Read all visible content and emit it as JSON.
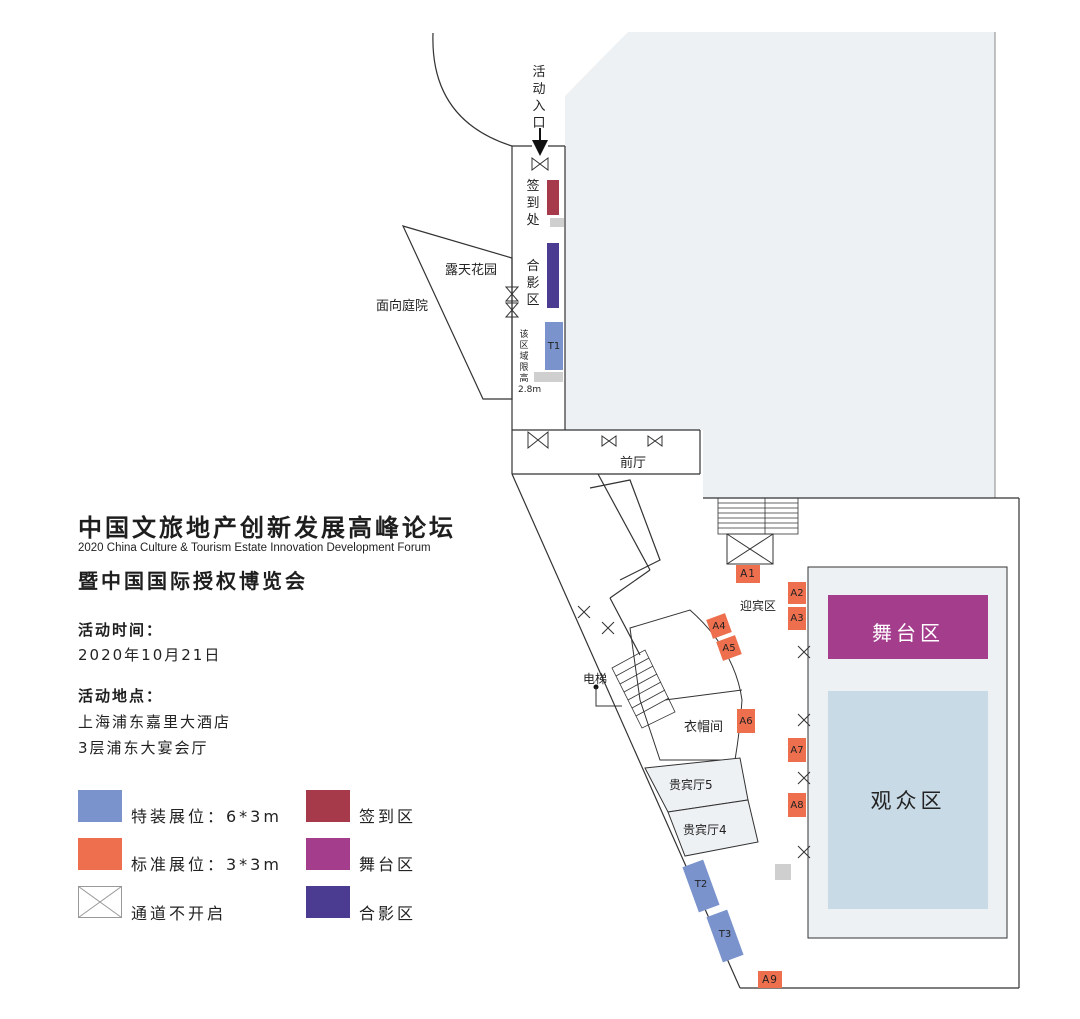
{
  "colors": {
    "special": "#7a93cc",
    "standard": "#ee6f4e",
    "signin": "#a73a4a",
    "stage": "#a43d8c",
    "photo": "#4b3c92",
    "hall": "#eef1f4",
    "audience": "#c8dae6",
    "gray_block": "#cfcfcf"
  },
  "title": {
    "line1": "中国文旅地产创新发展高峰论坛",
    "line2": "2020 China Culture & Tourism Estate Innovation Development Forum",
    "line3": "暨中国国际授权博览会"
  },
  "event_time": {
    "label": "活动时间：",
    "value": "2020年10月21日"
  },
  "event_place": {
    "label": "活动地点：",
    "line1": "上海浦东嘉里大酒店",
    "line2": "3层浦东大宴会厅"
  },
  "legend": {
    "special": "特装展位：6*3m",
    "standard": "标准展位：3*3m",
    "closed": "通道不开启",
    "signin": "签到区",
    "stage": "舞台区",
    "photo": "合影区"
  },
  "map": {
    "entrance": "活动入口",
    "signin": "签到处",
    "photo": "合影区",
    "garden": "露天花园",
    "courtyard": "面向庭院",
    "height_note": "该区域限高2.8m",
    "foyer": "前厅",
    "welcome": "迎宾区",
    "elevator": "电梯",
    "cloakroom": "衣帽间",
    "vip5": "贵宾厅5",
    "vip4": "贵宾厅4",
    "stage": "舞台区",
    "audience": "观众区",
    "booths": {
      "T1": "T1",
      "T2": "T2",
      "T3": "T3",
      "A1": "A1",
      "A2": "A2",
      "A3": "A3",
      "A4": "A4",
      "A5": "A5",
      "A6": "A6",
      "A7": "A7",
      "A8": "A8",
      "A9": "A9"
    }
  }
}
